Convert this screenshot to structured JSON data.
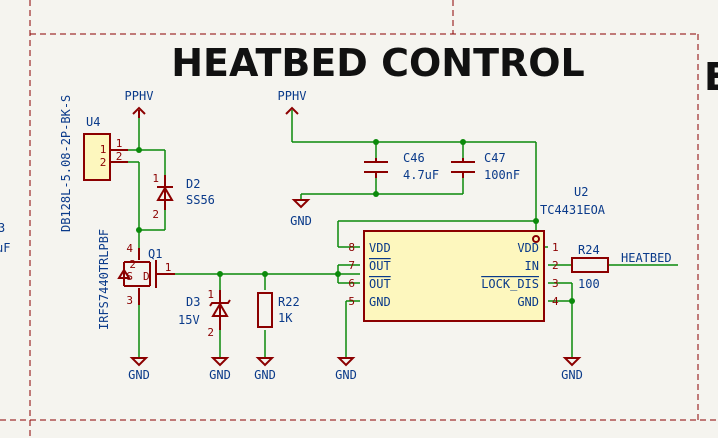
{
  "title": "HEATBED CONTROL",
  "edge_fragments": {
    "right_title": "E",
    "left_a": "3",
    "left_b": "uF"
  },
  "nets": {
    "pphv_1": "PPHV",
    "pphv_2": "PPHV",
    "gnd": "GND",
    "heatbed": "HEATBED"
  },
  "u4": {
    "ref": "U4",
    "value": "DB128L-5.08-2P-BK-S",
    "pin1": "1",
    "pin2": "2",
    "pin1_outer": "1",
    "pin2_outer": "2"
  },
  "d2": {
    "ref": "D2",
    "value": "SS56",
    "pin1": "1",
    "pin2": "2"
  },
  "q1": {
    "ref": "Q1",
    "value": "IRFS7440TRLPBF",
    "pin1": "1",
    "pin2": "2",
    "pin3": "3",
    "pin4": "4",
    "d": "D",
    "s": "S"
  },
  "d3": {
    "ref": "D3",
    "value": "15V",
    "pin1": "1",
    "pin2": "2"
  },
  "r22": {
    "ref": "R22",
    "value": "1K"
  },
  "c46": {
    "ref": "C46",
    "value": "4.7uF"
  },
  "c47": {
    "ref": "C47",
    "value": "100nF"
  },
  "u2": {
    "ref": "U2",
    "value": "TC4431EOA",
    "left_pins": [
      {
        "num": "8",
        "name": "VDD"
      },
      {
        "num": "7",
        "name": "OUT"
      },
      {
        "num": "6",
        "name": "OUT"
      },
      {
        "num": "5",
        "name": "GND"
      }
    ],
    "right_pins": [
      {
        "num": "1",
        "name": "VDD"
      },
      {
        "num": "2",
        "name": "IN"
      },
      {
        "num": "3",
        "name": "LOCK_DIS"
      },
      {
        "num": "4",
        "name": "GND"
      }
    ]
  },
  "r24": {
    "ref": "R24",
    "value": "100"
  }
}
